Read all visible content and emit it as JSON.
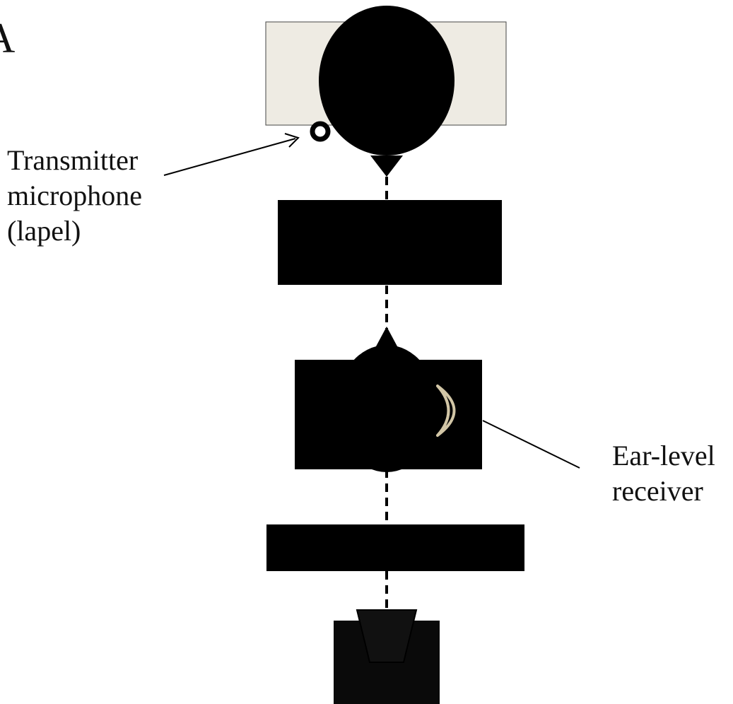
{
  "panel_label": "A",
  "labels": {
    "transmitter_lines": [
      "Transmitter",
      "microphone",
      "(lapel)"
    ],
    "receiver_lines": [
      "Ear-level",
      "receiver"
    ]
  },
  "colors": {
    "fill": "#000000",
    "background_panel": "#eeebe3",
    "ear_outline": "#d2c6a6",
    "text": "#111111"
  }
}
